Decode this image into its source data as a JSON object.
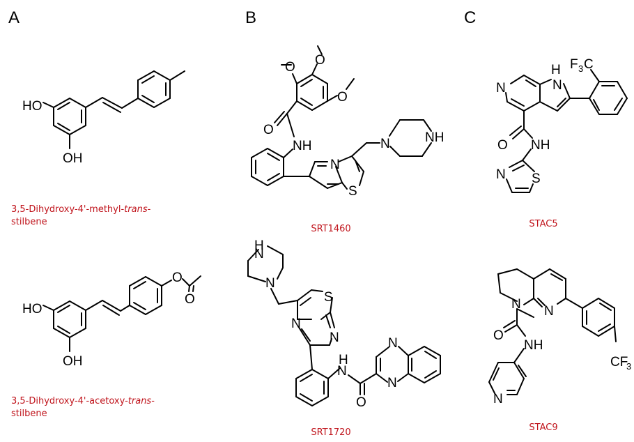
{
  "panels": {
    "a": "A",
    "b": "B",
    "c": "C"
  },
  "captions": {
    "comp1_l1": "3,5-Dihydroxy-4'-methyl-",
    "comp1_it": "trans",
    "comp1_l1_end": "-",
    "comp1_l2": "stilbene",
    "comp2_l1": "3,5-Dihydroxy-4'-acetoxy-",
    "comp2_it": "trans",
    "comp2_l1_end": "-",
    "comp2_l2": "stilbene",
    "srt1460": "SRT1460",
    "srt1720": "SRT1720",
    "stac5": "STAC5",
    "stac9": "STAC9"
  },
  "atoms": {
    "ho": "HO",
    "oh": "OH",
    "o": "O",
    "n": "N",
    "nh": "NH",
    "h": "H",
    "s": "S",
    "cf3_main": "CF",
    "cf3_sub": "3",
    "f3c_f": "F",
    "f3c_sub": "3",
    "f3c_c": "C"
  },
  "colors": {
    "caption": "#c0141c",
    "ink": "#000000"
  }
}
